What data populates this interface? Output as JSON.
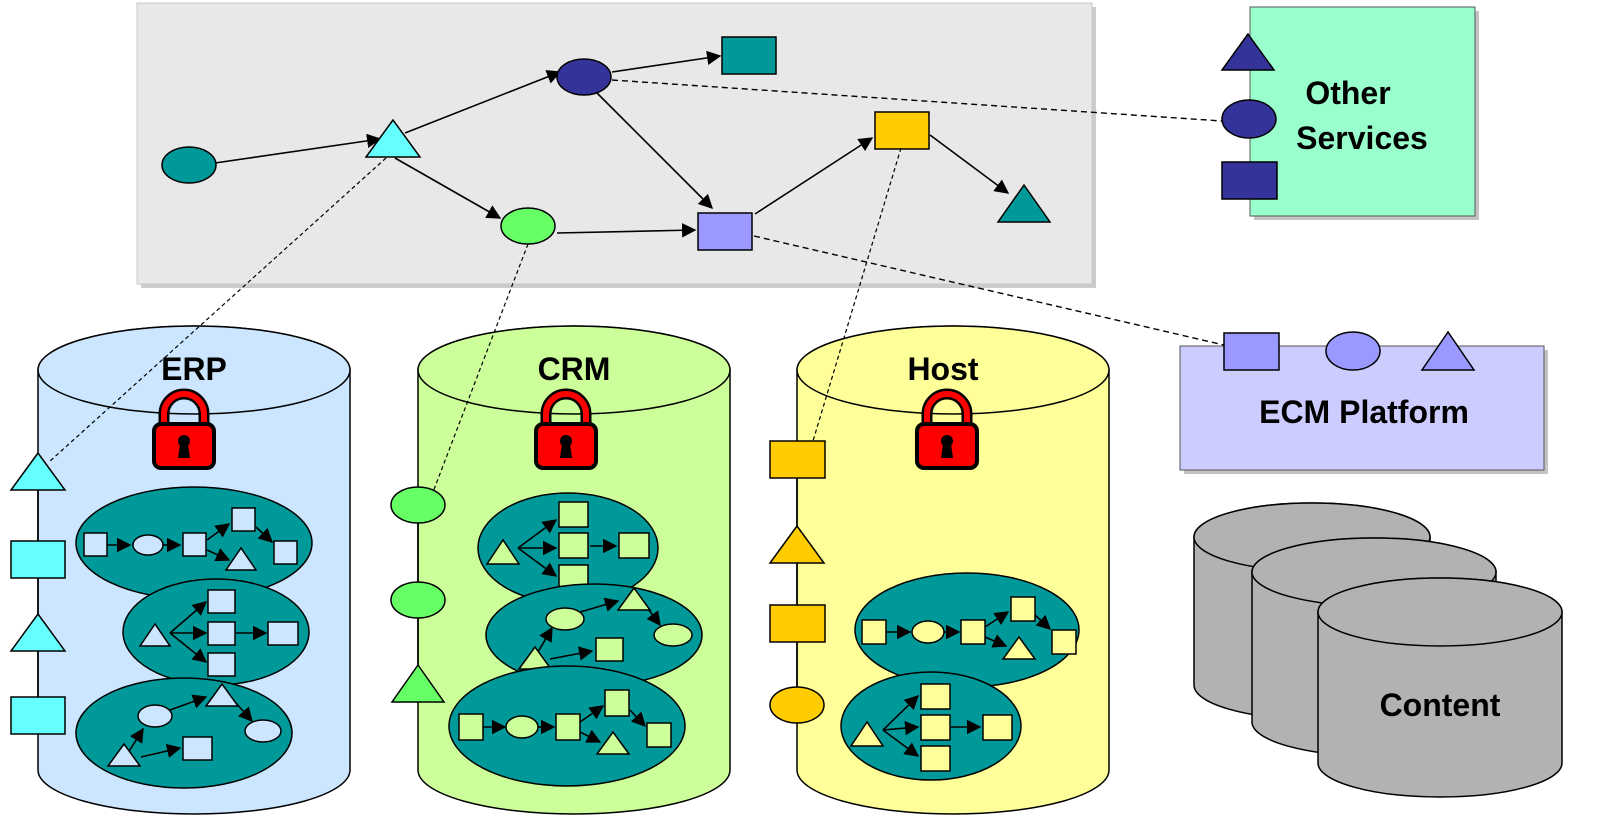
{
  "labels": {
    "erp": "ERP",
    "crm": "CRM",
    "host": "Host",
    "other_services": [
      "Other",
      "Services"
    ],
    "ecm_platform": "ECM Platform",
    "content": "Content"
  },
  "colors": {
    "process_panel": "#e8e8e8",
    "teal": "#009999",
    "navy": "#333399",
    "cyan": "#66ffff",
    "light_green": "#66ff66",
    "gold": "#ffcc00",
    "lavender": "#9999ff",
    "erp_fill": "#cce6ff",
    "crm_fill": "#ccff99",
    "host_fill": "#ffff99",
    "other_services_fill": "#99ffcc",
    "ecm_fill": "#ccccff",
    "content_fill": "#b2b2b2",
    "lock_red": "#ff0000"
  },
  "icons": [
    "lock-icon",
    "database-cylinder-icon"
  ]
}
